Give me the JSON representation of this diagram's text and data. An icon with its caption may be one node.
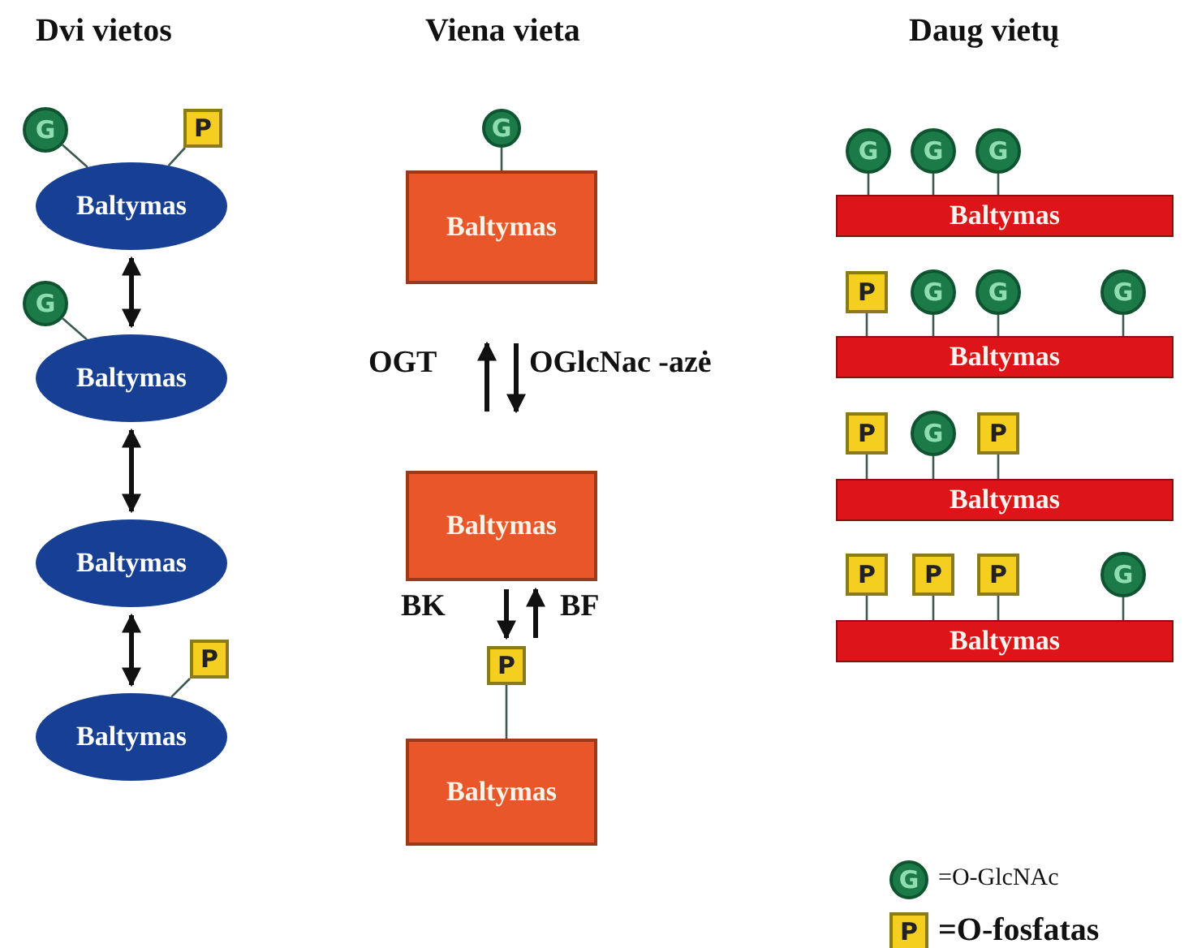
{
  "diagram": {
    "nodes": [
      {
        "text": [
          "G"
        ]
      },
      {
        "text": [
          "P"
        ]
      },
      {
        "text": [
          "Baltymas"
        ]
      },
      {
        "text": [
          "G"
        ]
      },
      {
        "text": [
          "Baltymas"
        ]
      },
      {
        "text": [
          "Baltymas"
        ]
      },
      {
        "text": [
          "P"
        ]
      },
      {
        "text": [
          "Baltymas"
        ]
      },
      {
        "text": [
          "G"
        ]
      },
      {
        "text": [
          "Baltymas"
        ]
      },
      {
        "text": [
          "Baltymas"
        ]
      },
      {
        "text": [
          "P"
        ]
      },
      {
        "text": [
          "Baltymas"
        ]
      },
      {
        "text": [
          "G"
        ]
      },
      {
        "text": [
          "G"
        ]
      },
      {
        "text": [
          "G"
        ]
      },
      {
        "text": [
          "Baltymas"
        ]
      },
      {
        "text": [
          "P"
        ]
      },
      {
        "text": [
          "G"
        ]
      },
      {
        "text": [
          "G"
        ]
      },
      {
        "text": [
          "G"
        ]
      },
      {
        "text": [
          "Baltymas"
        ]
      },
      {
        "text": [
          "P"
        ]
      },
      {
        "text": [
          "G"
        ]
      },
      {
        "text": [
          "P"
        ]
      },
      {
        "text": [
          "Baltymas"
        ]
      },
      {
        "text": [
          "P"
        ]
      },
      {
        "text": [
          "P"
        ]
      },
      {
        "text": [
          "P"
        ]
      },
      {
        "text": [
          "G"
        ]
      },
      {
        "text": [
          "Baltymas"
        ]
      }
    ],
    "edges": [
      {
        "from": 0,
        "to": 2,
        "arrow": "none"
      },
      {
        "from": 1,
        "to": 2,
        "arrow": "none"
      },
      {
        "from": 2,
        "to": 4,
        "arrow": "both",
        "style": "thick"
      },
      {
        "from": 3,
        "to": 4,
        "arrow": "none"
      },
      {
        "from": 4,
        "to": 5,
        "arrow": "both",
        "style": "thick"
      },
      {
        "from": 5,
        "to": 7,
        "arrow": "both",
        "style": "thick"
      },
      {
        "from": 6,
        "to": 7,
        "arrow": "none"
      },
      {
        "from": 8,
        "to": 9,
        "arrow": "none"
      },
      {
        "from": 10,
        "to": 9,
        "arrow": "to",
        "label": "OGT",
        "style": "thick"
      },
      {
        "from": 9,
        "to": 10,
        "arrow": "to",
        "label": "OGlcNac -azė",
        "style": "thick"
      },
      {
        "from": 10,
        "to": 11,
        "arrow": "to",
        "label": "BK",
        "style": "thick"
      },
      {
        "from": 11,
        "to": 10,
        "arrow": "to",
        "label": "BF",
        "style": "thick"
      },
      {
        "from": 11,
        "to": 12,
        "arrow": "none"
      },
      {
        "from": 13,
        "to": 16,
        "arrow": "none"
      },
      {
        "from": 14,
        "to": 16,
        "arrow": "none"
      },
      {
        "from": 15,
        "to": 16,
        "arrow": "none"
      },
      {
        "from": 17,
        "to": 21,
        "arrow": "none"
      },
      {
        "from": 18,
        "to": 21,
        "arrow": "none"
      },
      {
        "from": 19,
        "to": 21,
        "arrow": "none"
      },
      {
        "from": 20,
        "to": 21,
        "arrow": "none"
      },
      {
        "from": 22,
        "to": 25,
        "arrow": "none"
      },
      {
        "from": 23,
        "to": 25,
        "arrow": "none"
      },
      {
        "from": 24,
        "to": 25,
        "arrow": "none"
      },
      {
        "from": 26,
        "to": 30,
        "arrow": "none"
      },
      {
        "from": 27,
        "to": 30,
        "arrow": "none"
      },
      {
        "from": 28,
        "to": 30,
        "arrow": "none"
      },
      {
        "from": 29,
        "to": 30,
        "arrow": "none"
      }
    ],
    "labels": [
      "Dvi vietos",
      "Viena vieta",
      "Daug vietų",
      "G",
      "P"
    ],
    "legend": [
      {
        "text": "=O-GlcNAc"
      },
      {
        "text": "=O-fosfatas"
      }
    ]
  }
}
